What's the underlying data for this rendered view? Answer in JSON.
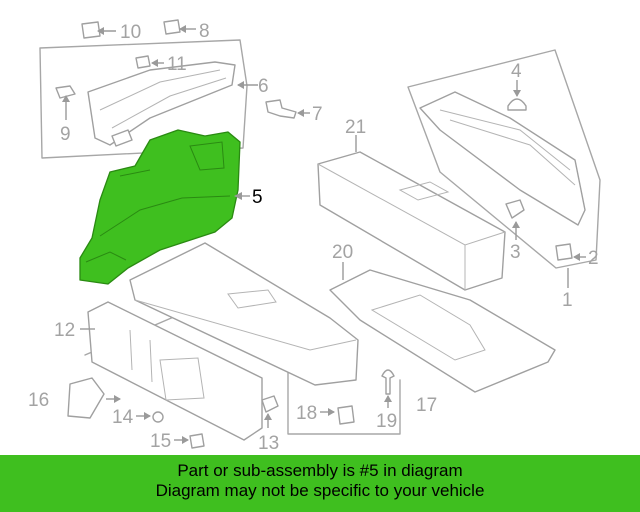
{
  "diagram": {
    "callouts": {
      "c1": "1",
      "c2": "2",
      "c3": "3",
      "c4": "4",
      "c5": "5",
      "c6": "6",
      "c7": "7",
      "c8": "8",
      "c9": "9",
      "c10": "10",
      "c11": "11",
      "c12": "12",
      "c13": "13",
      "c14": "14",
      "c15": "15",
      "c16": "16",
      "c17": "17",
      "c18": "18",
      "c19": "19",
      "c20": "20",
      "c21": "21"
    },
    "highlighted_part": "5",
    "colors": {
      "highlight": "#3fbf1f",
      "outline": "#a7a7a7"
    }
  },
  "banner": {
    "line1": "Part or sub-assembly is #5 in diagram",
    "line2": "Diagram may not be specific to your vehicle",
    "background": "#3fbf1f"
  }
}
